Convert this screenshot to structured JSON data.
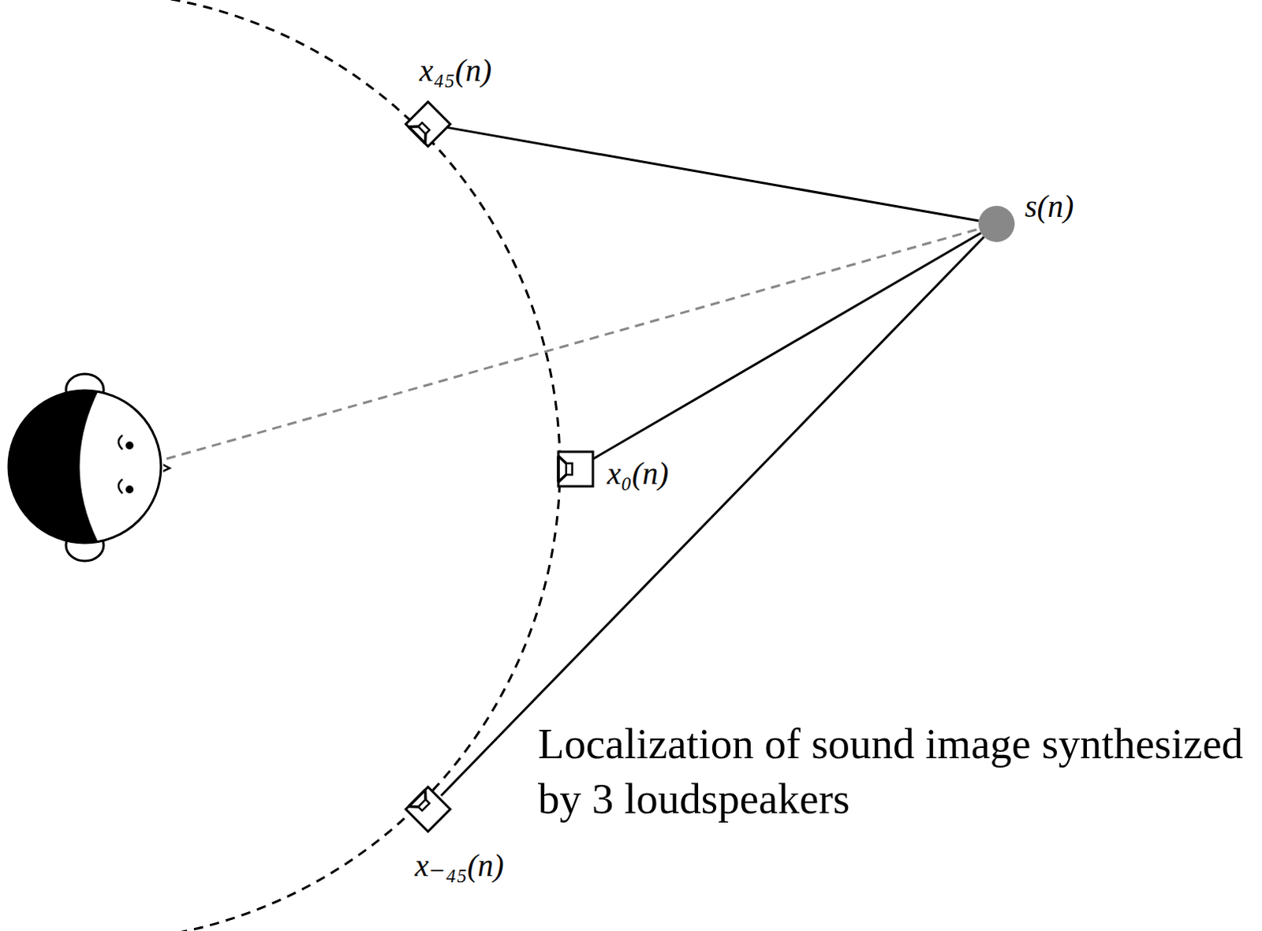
{
  "diagram": {
    "caption": "Localization of sound image synthesized by 3 loudspeakers",
    "nodes": [
      {
        "text": [
          "x₄₅(n)"
        ]
      },
      {
        "text": [
          "x₀(n)"
        ]
      },
      {
        "text": [
          "x₋₄₅(n)"
        ]
      },
      {
        "text": [
          "s(n)"
        ]
      }
    ],
    "edges": [
      {
        "from": 0,
        "to": 3,
        "arrow": "none"
      },
      {
        "from": 1,
        "to": 3,
        "arrow": "none"
      },
      {
        "from": 2,
        "to": 3,
        "arrow": "none"
      }
    ]
  }
}
